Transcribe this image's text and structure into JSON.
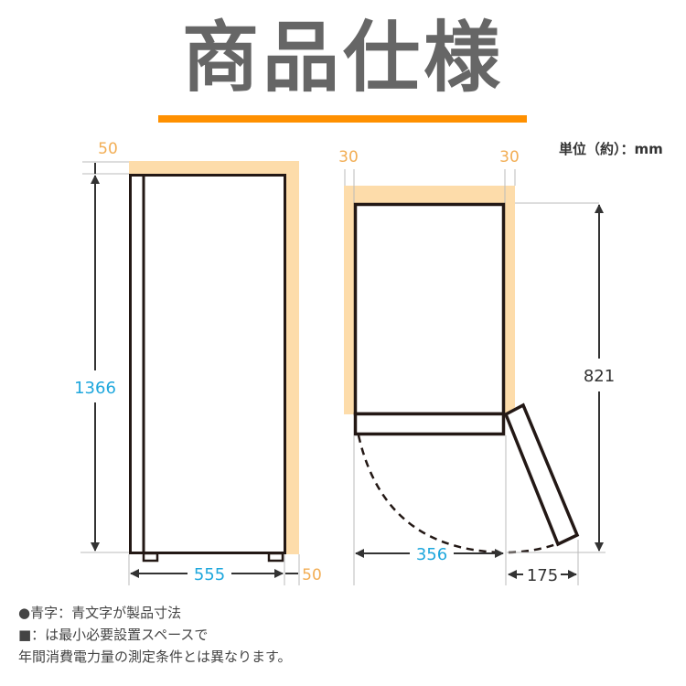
{
  "header": {
    "title": "商品仕様",
    "accent_color": "#ff9000"
  },
  "unit_label": "単位（約）：mm",
  "front_view": {
    "height": "1366",
    "width": "555",
    "top_clearance": "50",
    "side_clearance": "50"
  },
  "side_view": {
    "left_clearance": "30",
    "right_clearance": "30",
    "height": "821",
    "depth": "356",
    "door_swing": "175"
  },
  "colors": {
    "product_dimension": "#1ea7dd",
    "clearance_dimension": "#f2ae55",
    "clearance_area": "#fddcaa",
    "outline": "#231815"
  },
  "notes": {
    "line1": "●青字：青文字が製品寸法",
    "line2": "■：は最小必要設置スペースで",
    "line3": "年間消費電力量の測定条件とは異なります。"
  }
}
